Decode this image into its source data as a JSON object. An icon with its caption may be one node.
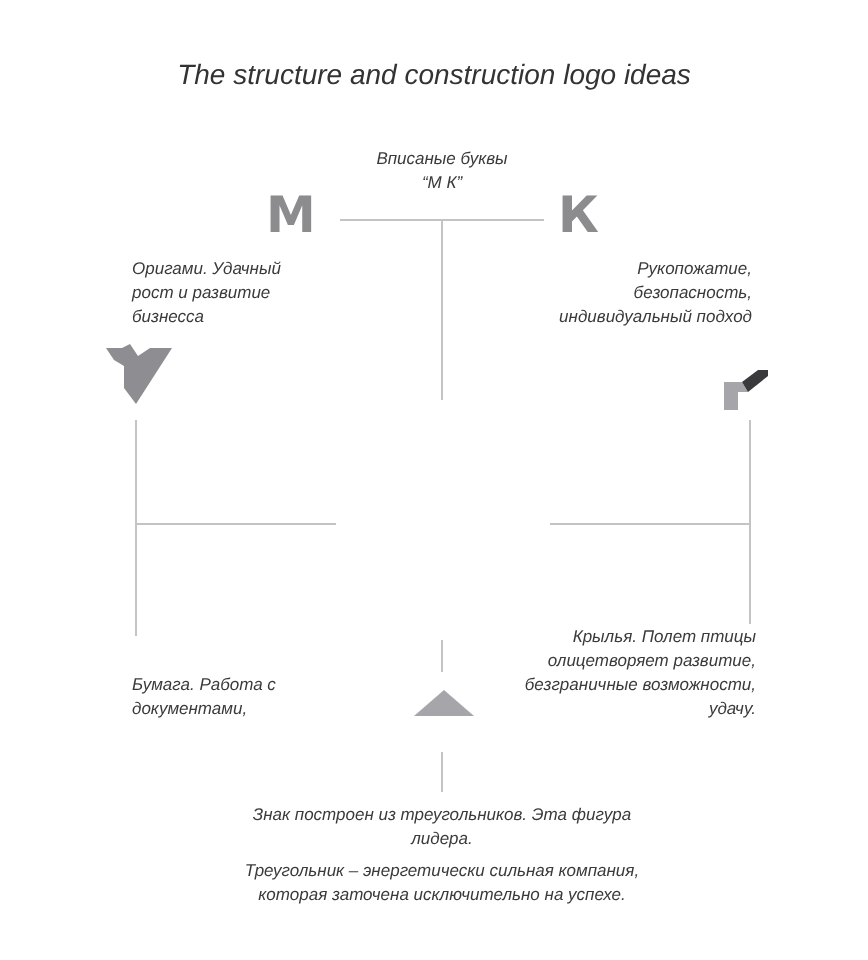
{
  "diagram": {
    "title": "The structure and construction logo ideas",
    "labels": [
      "Вписаные буквы “М К”",
      "М",
      "К",
      "Оригами. Удачный рост и развитие бизнесса",
      "Рукопожатие, безопасность, индивидуальный подход",
      "Бумага. Работа с документами,",
      "Крылья. Полет птицы олицетворяет развитие, безграничные возможности, удачу.",
      "Знак построен из треугольников. Эта фигура лидера.",
      "Треугольник – энергетически сильная компания, которая заточена исключительно на успехе."
    ]
  }
}
